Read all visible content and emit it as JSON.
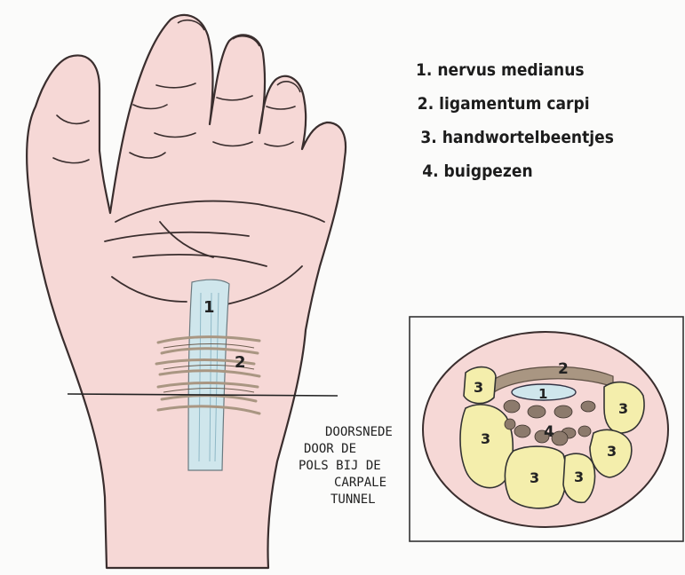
{
  "legend": [
    "1. nervus medianus",
    "2. ligamentum carpi",
    "3. handwortelbeentjes",
    "4. buigpezen"
  ],
  "caption": [
    "DOORSNEDE",
    "DOOR DE",
    "POLS BIJ DE",
    "CARPALE",
    "TUNNEL"
  ],
  "hand_labels": {
    "nerve": "1",
    "ligament": "2"
  },
  "section_labels": {
    "ligament": "2",
    "nerve": "1",
    "tendons": "4",
    "bone": "3"
  },
  "colors": {
    "skin": "#f6d8d6",
    "skin_outline": "#3a2e2e",
    "nerve": "#cfe6ec",
    "ligament": "#a99682",
    "bone": "#f4eeac",
    "tendon": "#8c7a6c"
  }
}
